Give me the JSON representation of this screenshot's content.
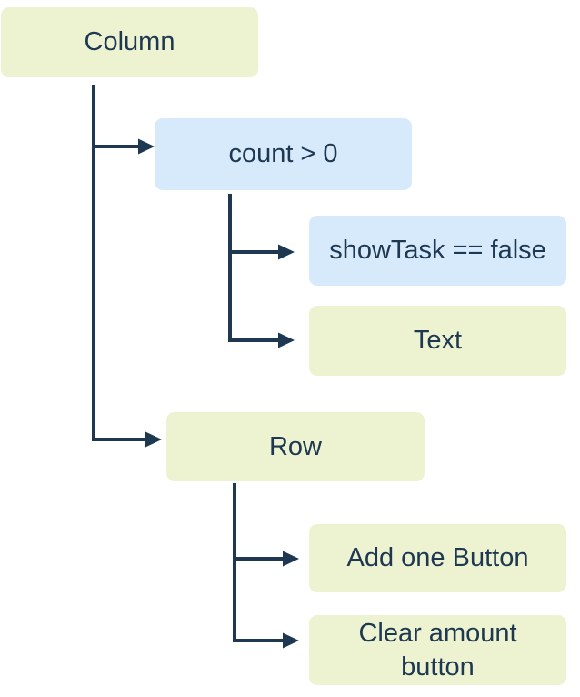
{
  "diagram": {
    "kind": "widget-tree",
    "nodes": {
      "column": {
        "label": "Column",
        "type": "widget"
      },
      "count": {
        "label": "count > 0",
        "type": "condition"
      },
      "showtask": {
        "label": "showTask == false",
        "type": "condition"
      },
      "text": {
        "label": "Text",
        "type": "widget"
      },
      "row": {
        "label": "Row",
        "type": "widget"
      },
      "addone": {
        "label": "Add one Button",
        "type": "widget"
      },
      "clear": {
        "label": "Clear amount button",
        "type": "widget"
      }
    },
    "edges": [
      {
        "from": "column",
        "to": "count"
      },
      {
        "from": "column",
        "to": "row"
      },
      {
        "from": "count",
        "to": "showtask"
      },
      {
        "from": "count",
        "to": "text"
      },
      {
        "from": "row",
        "to": "addone"
      },
      {
        "from": "row",
        "to": "clear"
      }
    ]
  },
  "colors": {
    "widget_fill": "#edf2d1",
    "condition_fill": "#d7eafb",
    "line": "#1d3850",
    "text": "#1d3850",
    "background": "#ffffff"
  }
}
